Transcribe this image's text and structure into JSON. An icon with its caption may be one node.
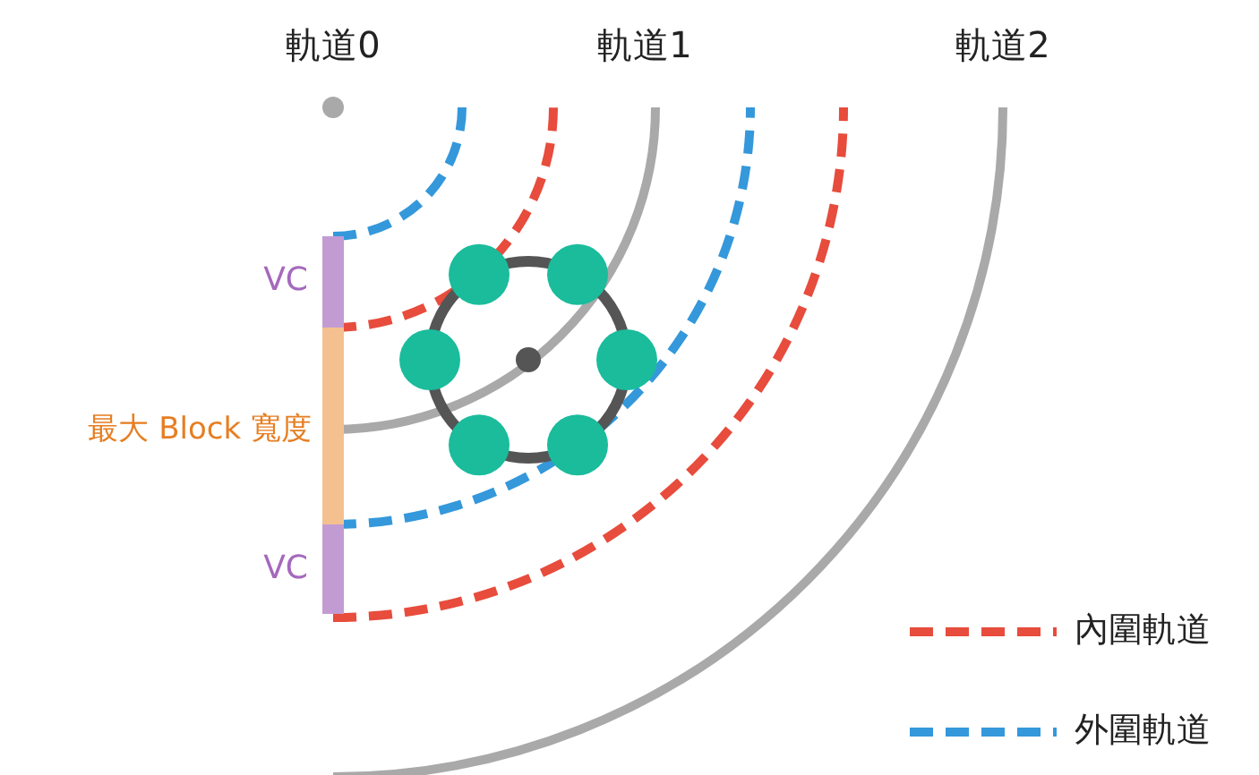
{
  "diagram": {
    "labels": [
      "軌道0",
      "軌道1",
      "軌道2",
      "VC",
      "最大 Block 寬度",
      "VC"
    ],
    "legend": [
      {
        "text": "內圍軌道"
      },
      {
        "text": "外圍軌道"
      }
    ]
  }
}
